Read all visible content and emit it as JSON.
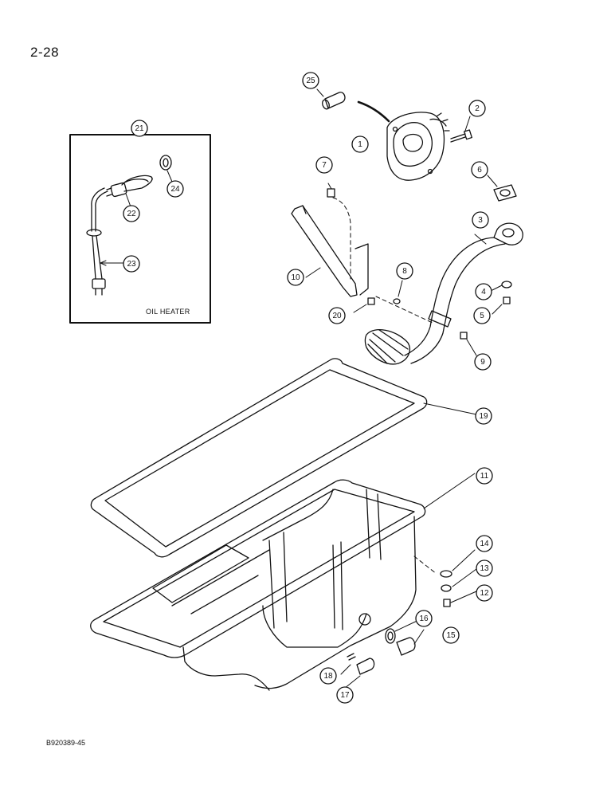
{
  "page_number": "2-28",
  "figure_code": "B920389-45",
  "inset": {
    "caption": "OIL HEATER",
    "callout": "21"
  },
  "callouts": [
    {
      "num": "1"
    },
    {
      "num": "2"
    },
    {
      "num": "3"
    },
    {
      "num": "4"
    },
    {
      "num": "5"
    },
    {
      "num": "6"
    },
    {
      "num": "7"
    },
    {
      "num": "8"
    },
    {
      "num": "9"
    },
    {
      "num": "10"
    },
    {
      "num": "11"
    },
    {
      "num": "12"
    },
    {
      "num": "13"
    },
    {
      "num": "14"
    },
    {
      "num": "15"
    },
    {
      "num": "16"
    },
    {
      "num": "17"
    },
    {
      "num": "18"
    },
    {
      "num": "19"
    },
    {
      "num": "20"
    },
    {
      "num": "22"
    },
    {
      "num": "23"
    },
    {
      "num": "24"
    },
    {
      "num": "25"
    }
  ]
}
